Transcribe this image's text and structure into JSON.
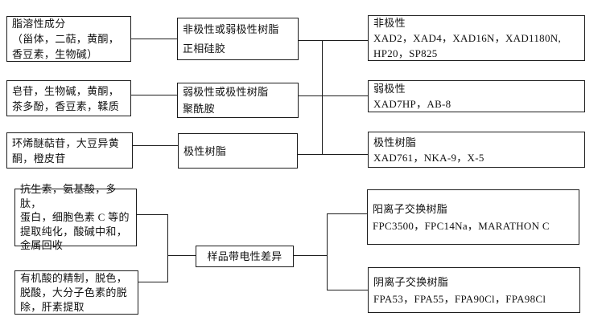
{
  "diagram": {
    "title": "resin-selection-flowchart",
    "line_color": "#1c1c1c",
    "background_color": "#ffffff",
    "boxes": {
      "fat_soluble": {
        "text": "脂溶性成分\n（甾体，二萜，黄酮，\n香豆素，生物碱）"
      },
      "saponins": {
        "text": "皂苷，生物碱，黄酮，\n茶多酚，香豆素，鞣质"
      },
      "iridoid_glycosides": {
        "text": "环烯醚萜苷，大豆异黄\n酮，橙皮苷"
      },
      "antibiotics_amino_acids": {
        "text": "抗生素，氨基酸，多肽，\n蛋白，细胞色素 C 等的\n提取纯化，酸碱中和，\n金属回收"
      },
      "organic_acids": {
        "text": "有机酸的精制，脱色，\n脱酸，大分子色素的脱\n除，肝素提取"
      },
      "nonpolar_or_weak_polar_resin": {
        "text": "非极性或弱极性树脂\n正相硅胶"
      },
      "weak_polar_or_polar_resin": {
        "text": "弱极性或极性树脂\n聚酰胺"
      },
      "polar_resin": {
        "text": "极性树脂"
      },
      "sample_charge_difference": {
        "text": "样品带电性差异"
      },
      "nonpolar_products": {
        "text": "非极性\nXAD2，XAD4，XAD16N，XAD1180N,\nHP20，SP825"
      },
      "weak_polar_products": {
        "text": "弱极性\nXAD7HP，AB-8"
      },
      "polar_products": {
        "text": "极性树脂\nXAD761，NKA-9，X-5"
      },
      "cation_exchange_products": {
        "text": "阳离子交换树脂\nFPC3500，FPC14Na，MARATHON C"
      },
      "anion_exchange_products": {
        "text": "阴离子交换树脂\nFPA53，FPA55，FPA90Cl，FPA98Cl"
      }
    }
  }
}
